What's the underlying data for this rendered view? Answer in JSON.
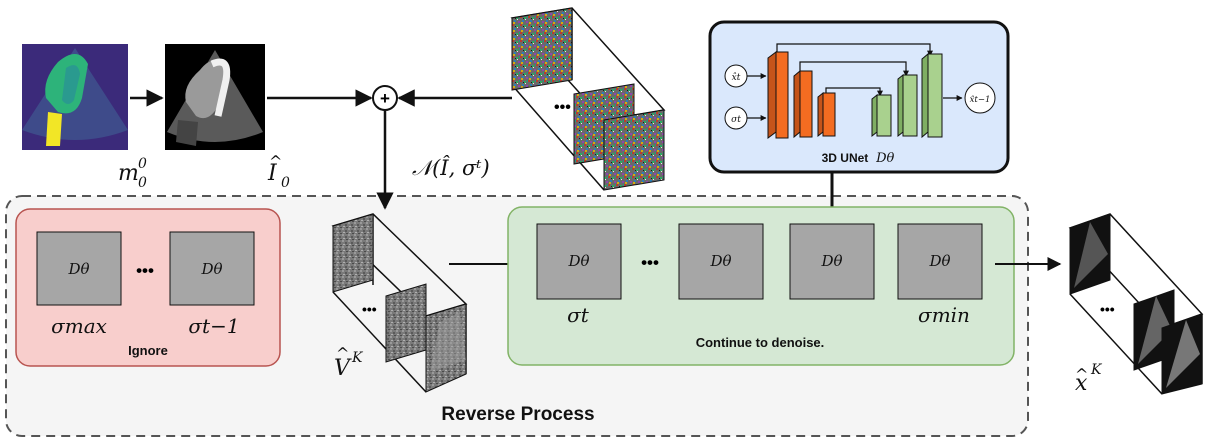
{
  "inputs": {
    "mask_label": "m",
    "mask_sup": "0",
    "mask_sub": "0",
    "image_label": "I",
    "image_sub": "0",
    "noise_label": "𝒩(Î, σᵗ)"
  },
  "unet": {
    "title": "3D UNet",
    "title_math": "Dθ",
    "in_x": "x̂t",
    "in_sigma": "σt",
    "out_x": "x̂t−1"
  },
  "ignore_panel": {
    "block_label": "Dθ",
    "ellipsis": "•••",
    "sigma_max": "σmax",
    "sigma_prev": "σt−1",
    "caption": "Ignore"
  },
  "noisy_volume": {
    "label": "V",
    "sup": "K",
    "ellipsis": "•••"
  },
  "denoise_panel": {
    "block_label": "Dθ",
    "ellipsis": "•••",
    "sigma_t": "σt",
    "sigma_min": "σmin",
    "caption": "Continue to denoise."
  },
  "output": {
    "label": "x",
    "sup": "K",
    "ellipsis": "•••"
  },
  "reverse_process_label": "Reverse Process",
  "plus_symbol": "+",
  "colors": {
    "ignore_fill": "#f8cecc",
    "ignore_stroke": "#b85450",
    "denoise_fill": "#d5e8d4",
    "denoise_stroke": "#82b366",
    "unet_fill": "#dae8fc",
    "block_fill": "#a6a6a6",
    "reverse_fill": "#f5f5f5",
    "orange": "#f36c21",
    "green": "#a9d18e",
    "mask_bg": "#3b2a7a",
    "mask_sector": "#3e4b8a",
    "mask_green": "#2db37a",
    "mask_teal": "#2a9a8f",
    "mask_yellow": "#f2e626"
  }
}
